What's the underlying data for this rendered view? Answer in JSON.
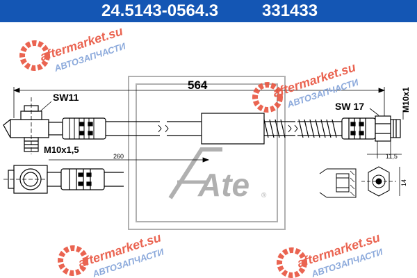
{
  "header": {
    "part_number": "24.5143-0564.3",
    "code": "331433"
  },
  "dimensions": {
    "length": "564",
    "wrench_left": "SW11",
    "wrench_right": "SW 17",
    "thread_left": "M10x1,5",
    "thread_right": "M10x1",
    "offset": "260",
    "width_small": "11,5",
    "height_small": "14"
  },
  "brand": {
    "logo_text": "Ate",
    "registered": "®"
  },
  "watermark": {
    "site": "aftermarket.su",
    "subtitle": "АВТОЗАПЧАСТИ"
  },
  "colors": {
    "header_bg": "#1456b4",
    "watermark_red": "#e8543f",
    "watermark_blue": "#7fa0d8"
  }
}
